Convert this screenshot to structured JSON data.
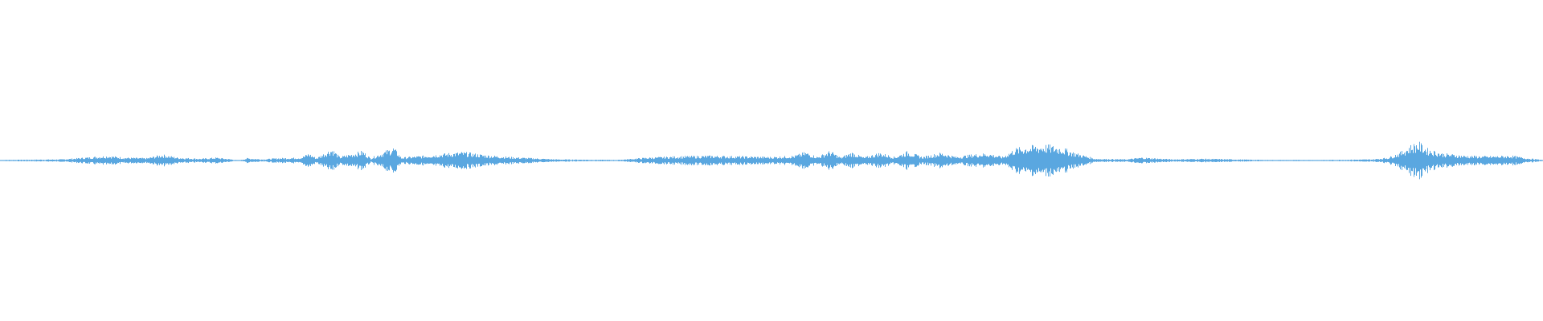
{
  "waveform": {
    "color": "#5aa7e0",
    "background": "#ffffff",
    "amplitude_peaks": [
      [
        0.0,
        0.01
      ],
      [
        0.04,
        0.02
      ],
      [
        0.06,
        0.06
      ],
      [
        0.07,
        0.08
      ],
      [
        0.08,
        0.05
      ],
      [
        0.095,
        0.04
      ],
      [
        0.105,
        0.1
      ],
      [
        0.115,
        0.05
      ],
      [
        0.13,
        0.03
      ],
      [
        0.14,
        0.05
      ],
      [
        0.15,
        0.02
      ],
      [
        0.155,
        0.0
      ],
      [
        0.16,
        0.04
      ],
      [
        0.17,
        0.02
      ],
      [
        0.18,
        0.04
      ],
      [
        0.195,
        0.05
      ],
      [
        0.2,
        0.12
      ],
      [
        0.205,
        0.04
      ],
      [
        0.215,
        0.2
      ],
      [
        0.22,
        0.06
      ],
      [
        0.235,
        0.16
      ],
      [
        0.24,
        0.04
      ],
      [
        0.255,
        0.22
      ],
      [
        0.26,
        0.05
      ],
      [
        0.275,
        0.08
      ],
      [
        0.29,
        0.12
      ],
      [
        0.3,
        0.14
      ],
      [
        0.315,
        0.09
      ],
      [
        0.33,
        0.06
      ],
      [
        0.345,
        0.04
      ],
      [
        0.36,
        0.02
      ],
      [
        0.4,
        0.01
      ],
      [
        0.42,
        0.05
      ],
      [
        0.44,
        0.07
      ],
      [
        0.46,
        0.08
      ],
      [
        0.48,
        0.07
      ],
      [
        0.5,
        0.06
      ],
      [
        0.515,
        0.08
      ],
      [
        0.522,
        0.14
      ],
      [
        0.53,
        0.06
      ],
      [
        0.538,
        0.16
      ],
      [
        0.545,
        0.05
      ],
      [
        0.552,
        0.14
      ],
      [
        0.56,
        0.05
      ],
      [
        0.57,
        0.13
      ],
      [
        0.58,
        0.06
      ],
      [
        0.588,
        0.15
      ],
      [
        0.598,
        0.06
      ],
      [
        0.61,
        0.13
      ],
      [
        0.62,
        0.06
      ],
      [
        0.63,
        0.1
      ],
      [
        0.64,
        0.12
      ],
      [
        0.65,
        0.06
      ],
      [
        0.658,
        0.2
      ],
      [
        0.668,
        0.24
      ],
      [
        0.678,
        0.26
      ],
      [
        0.688,
        0.22
      ],
      [
        0.698,
        0.12
      ],
      [
        0.71,
        0.03
      ],
      [
        0.73,
        0.02
      ],
      [
        0.74,
        0.05
      ],
      [
        0.76,
        0.02
      ],
      [
        0.78,
        0.03
      ],
      [
        0.8,
        0.02
      ],
      [
        0.82,
        0.01
      ],
      [
        0.86,
        0.01
      ],
      [
        0.89,
        0.02
      ],
      [
        0.9,
        0.05
      ],
      [
        0.908,
        0.14
      ],
      [
        0.915,
        0.26
      ],
      [
        0.92,
        0.3
      ],
      [
        0.925,
        0.2
      ],
      [
        0.935,
        0.12
      ],
      [
        0.95,
        0.08
      ],
      [
        0.965,
        0.07
      ],
      [
        0.98,
        0.08
      ],
      [
        0.99,
        0.04
      ],
      [
        1.0,
        0.01
      ]
    ]
  }
}
